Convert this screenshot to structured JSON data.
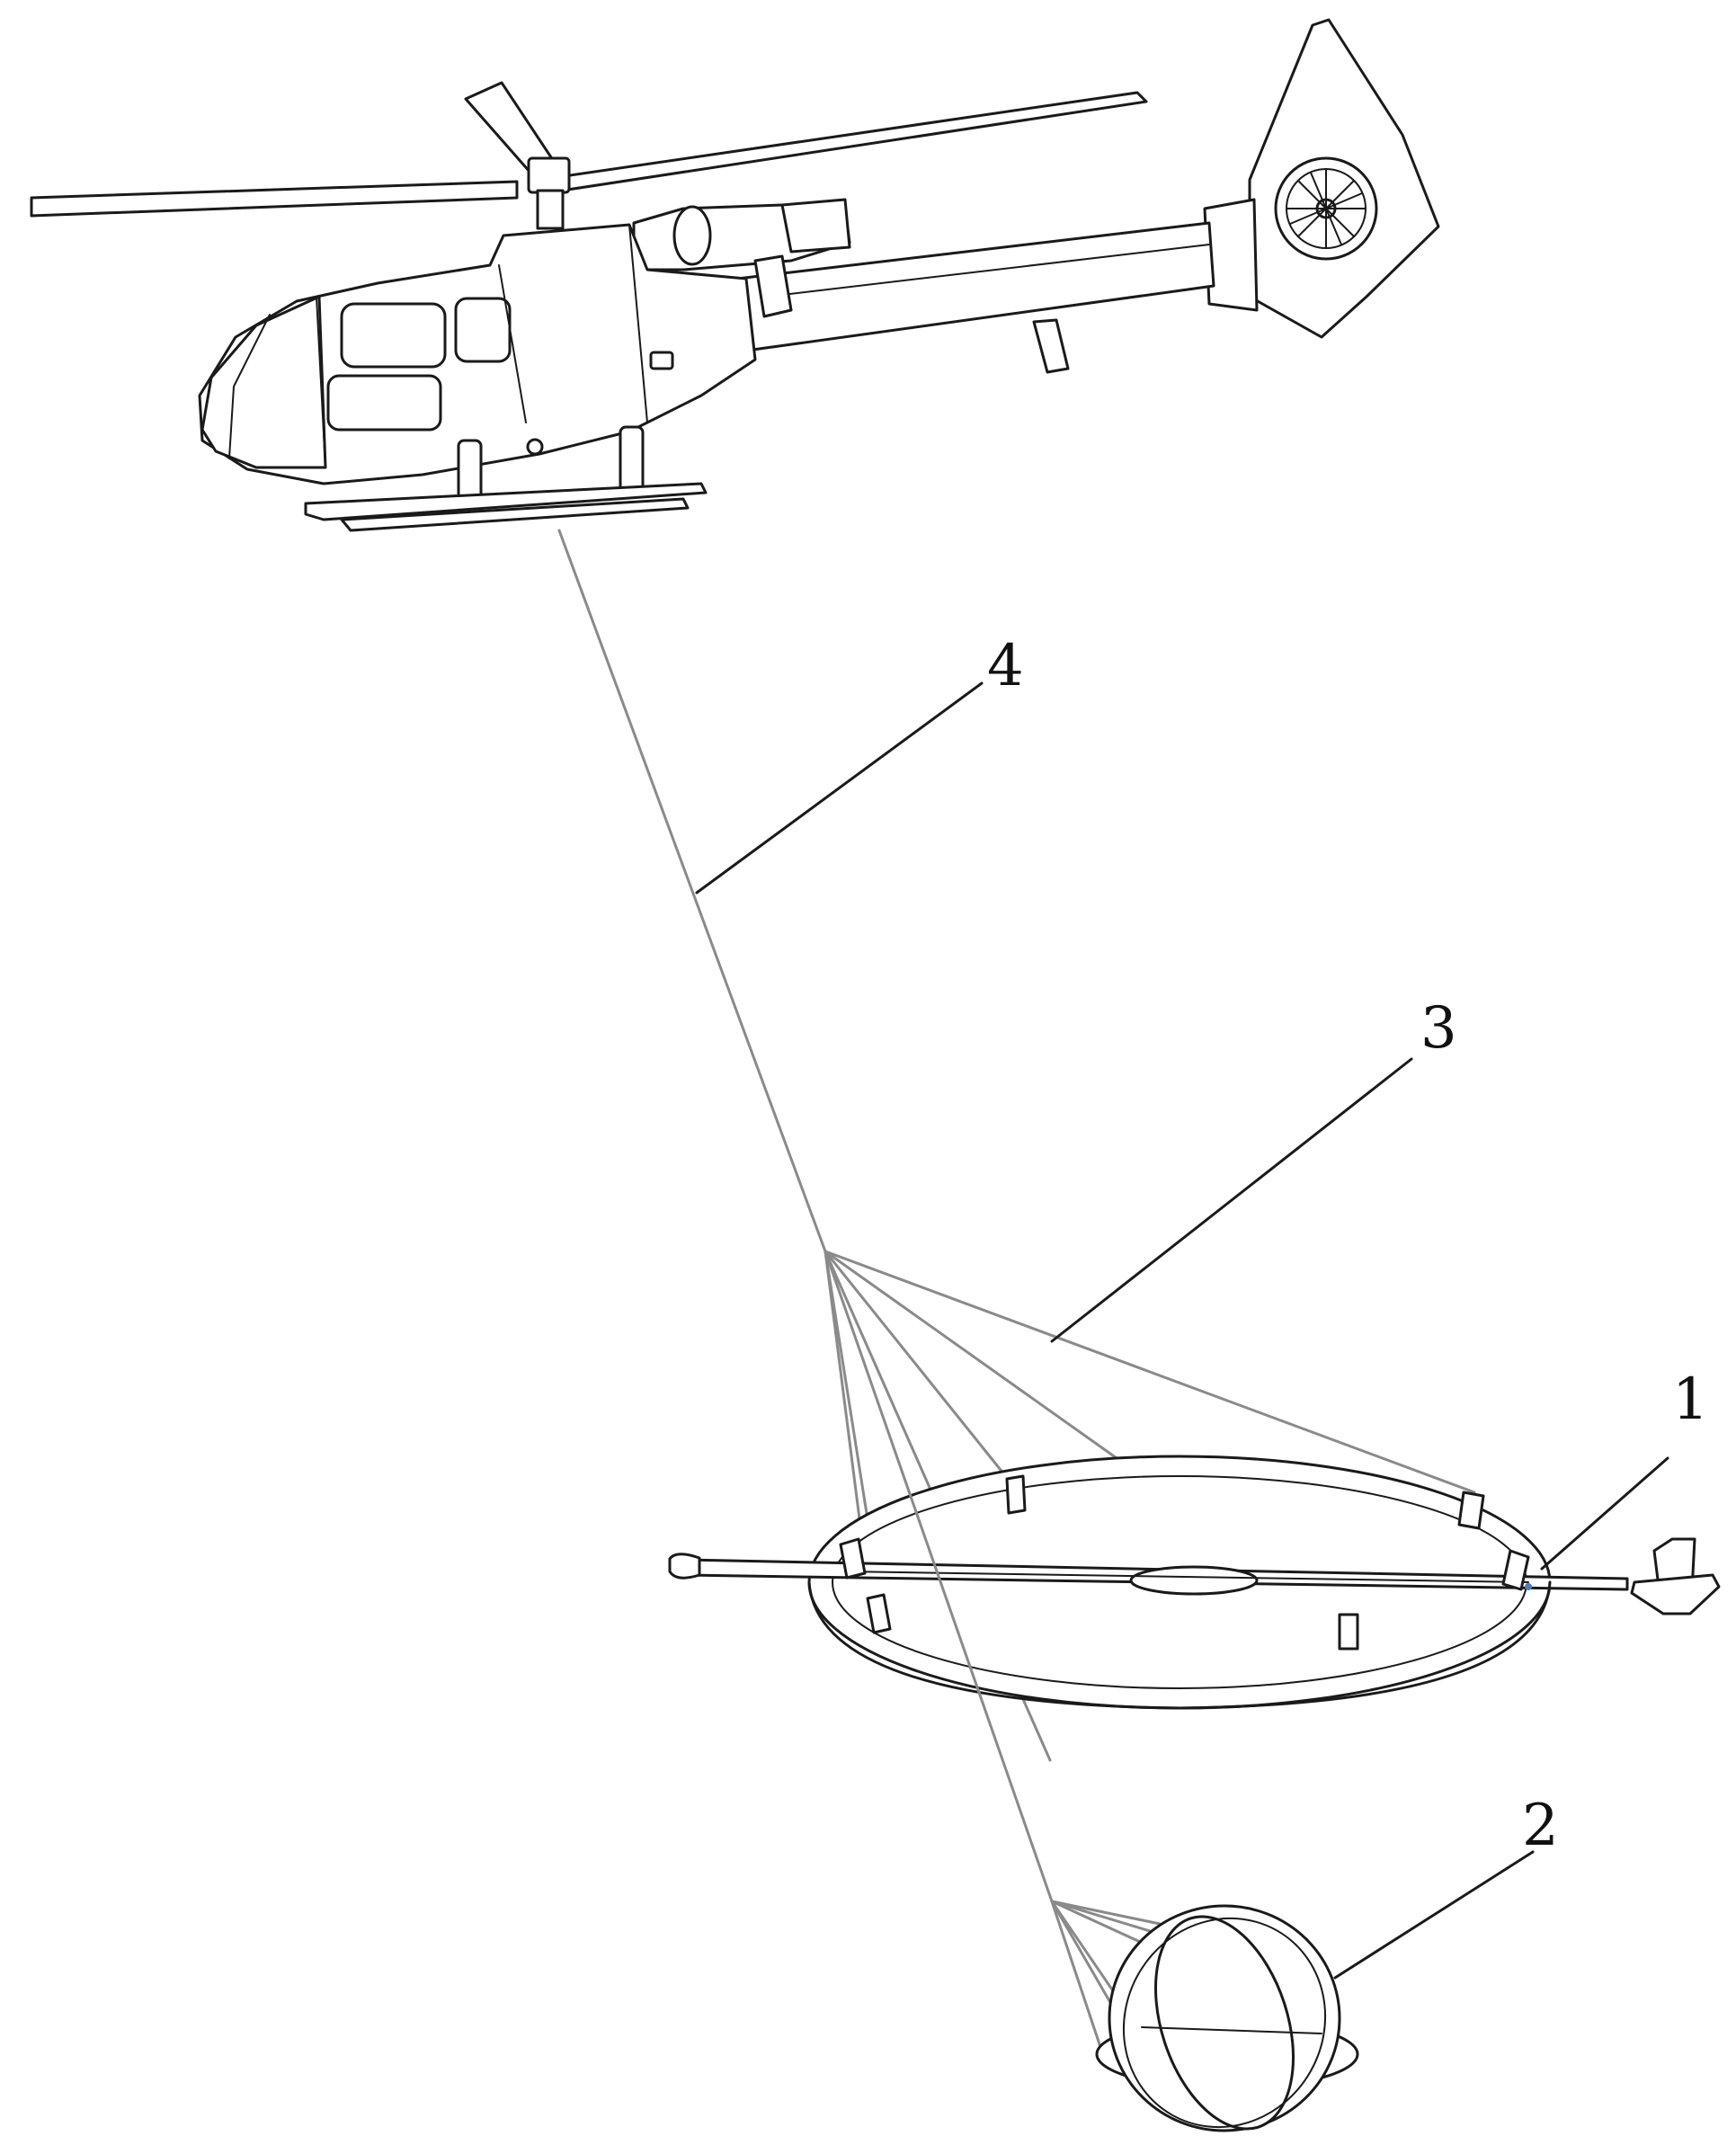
{
  "figure": {
    "labels": [
      {
        "id": "label-1",
        "text": "1"
      },
      {
        "id": "label-2",
        "text": "2"
      },
      {
        "id": "label-3",
        "text": "3"
      },
      {
        "id": "label-4",
        "text": "4"
      }
    ]
  }
}
